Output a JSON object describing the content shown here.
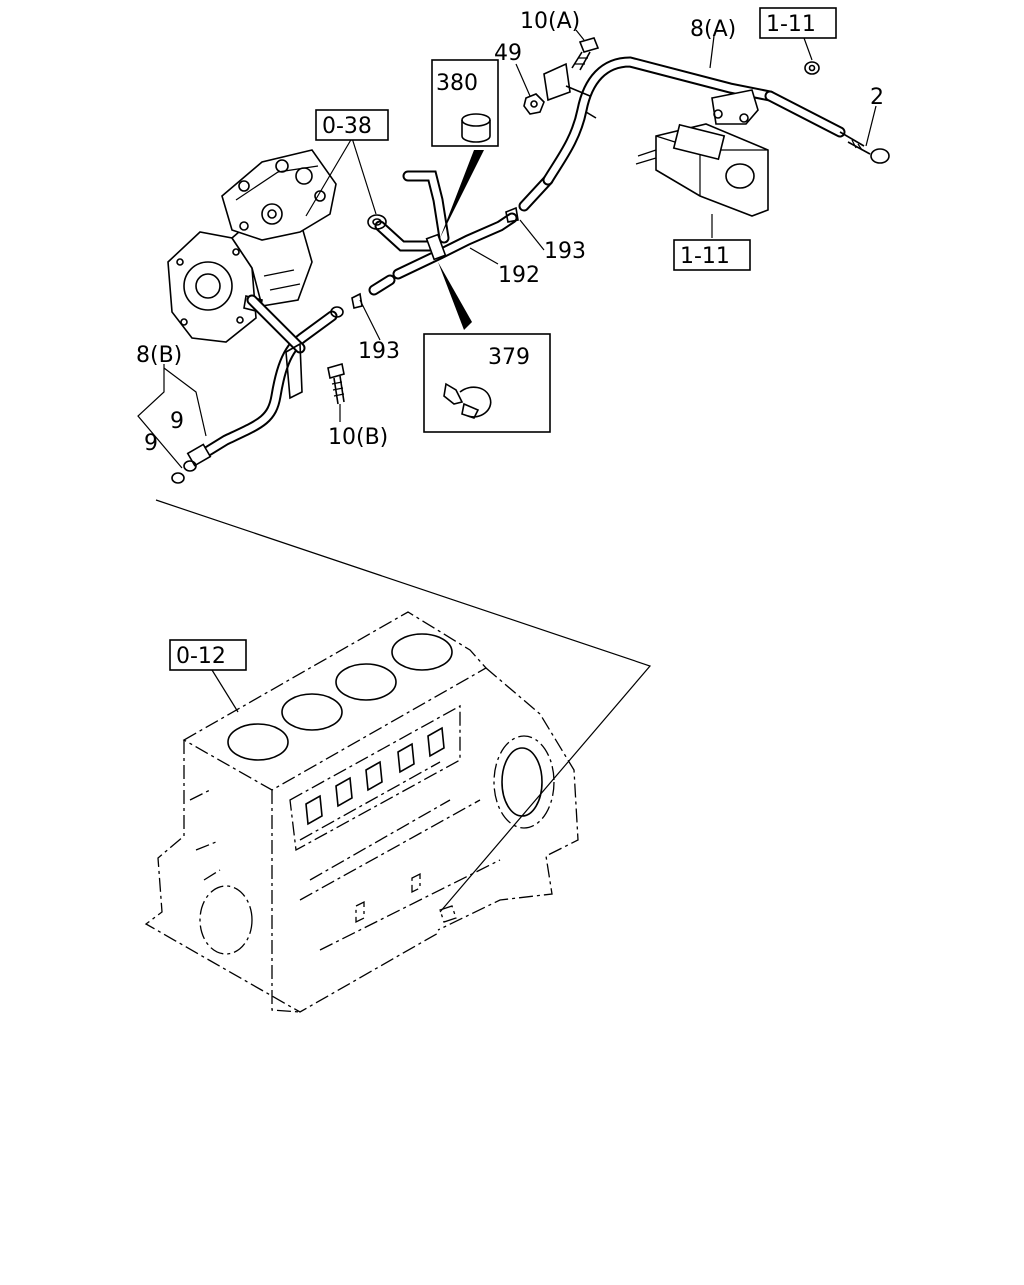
{
  "callouts": {
    "bolt_a": "10(A)",
    "pipe_a": "8(A)",
    "ref_reservoir_top": "1-11",
    "dipstick": "2",
    "nut": "49",
    "ref_compressor": "0-38",
    "sleeve_box": "380",
    "clip_right": "193",
    "hose": "192",
    "ref_reservoir_bottom": "1-11",
    "clip_left": "193",
    "clamp_box": "379",
    "pipe_b": "8(B)",
    "oring_upper": "9",
    "oring_lower": "9",
    "bolt_b": "10(B)",
    "ref_block": "0-12"
  }
}
